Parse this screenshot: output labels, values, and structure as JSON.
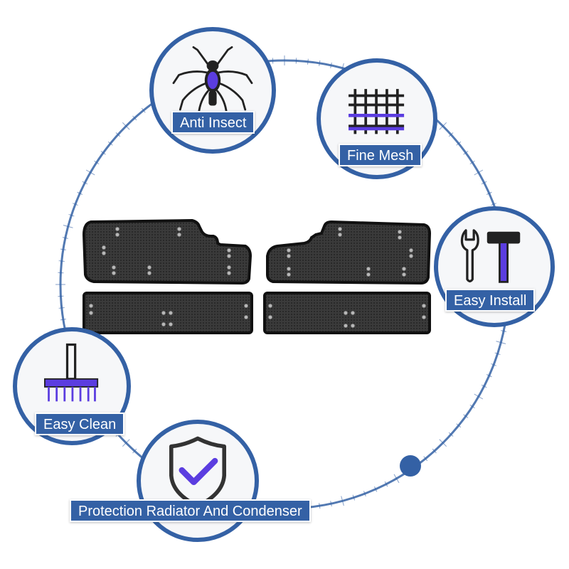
{
  "features": {
    "anti_insect": "Anti Insect",
    "fine_mesh": "Fine Mesh",
    "easy_install": "Easy Install",
    "easy_clean": "Easy Clean",
    "protection": "Protection Radiator And Condenser"
  },
  "icons": {
    "anti_insect": "mosquito-icon",
    "fine_mesh": "mesh-grid-icon",
    "easy_install": "wrench-hammer-icon",
    "easy_clean": "brush-icon",
    "protection": "shield-check-icon"
  },
  "colors": {
    "accent_blue": "#3461a5",
    "icon_purple": "#5b3de0",
    "mesh_panel": "#2b2b2b"
  }
}
